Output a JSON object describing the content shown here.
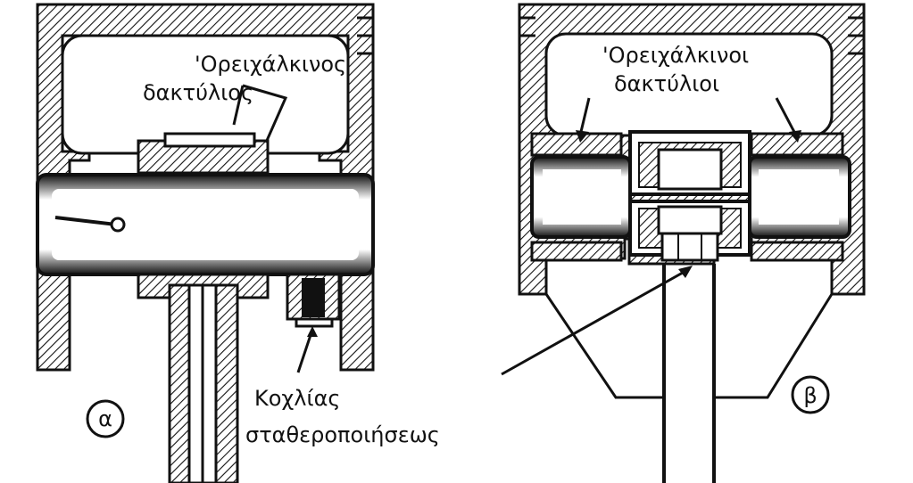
{
  "figure_a": {
    "marker": "α",
    "ring_label_line1": "'Ορειχάλκινος",
    "ring_label_line2": "δακτύλιος",
    "screw_label_line1": "Κοχλίας",
    "screw_label_line2": "σταθεροποιήσεως"
  },
  "figure_b": {
    "marker": "β",
    "rings_label_line1": "'Ορειχάλκινοι",
    "rings_label_line2": "δακτύλιοι"
  },
  "colors": {
    "ink": "#111111",
    "paper": "#ffffff"
  }
}
